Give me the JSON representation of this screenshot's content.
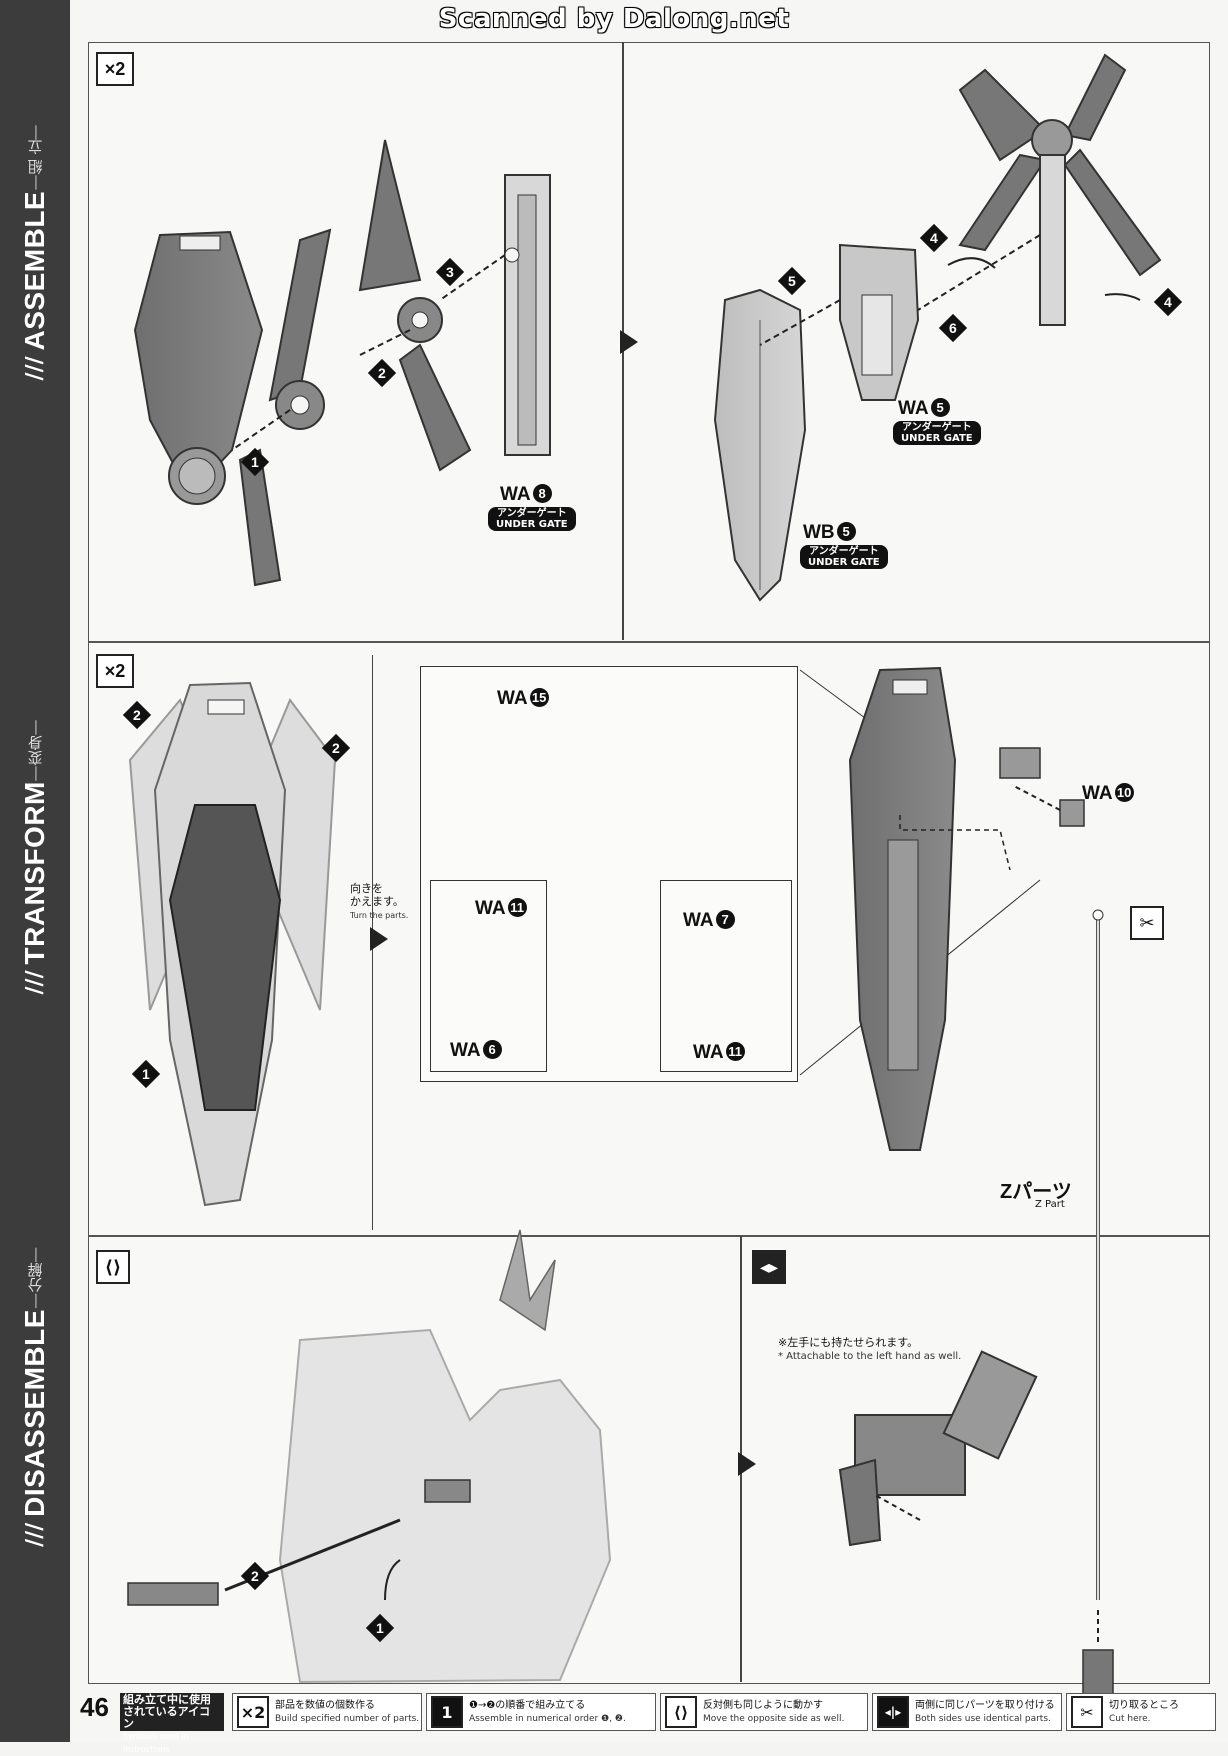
{
  "watermark": "Scanned by Dalong.net",
  "page_number": "46",
  "sidebar": {
    "sections": [
      {
        "en": "ASSEMBLE",
        "jp": "組 立"
      },
      {
        "en": "TRANSFORM",
        "jp": "変身"
      },
      {
        "en": "DISASSEMBLE",
        "jp": "分解"
      }
    ]
  },
  "assemble": {
    "multiplier": "×2",
    "parts": [
      {
        "code": "WA",
        "num": "8",
        "gate": [
          "アンダーゲート",
          "UNDER GATE"
        ]
      },
      {
        "code": "WA",
        "num": "5",
        "gate": [
          "アンダーゲート",
          "UNDER GATE"
        ]
      },
      {
        "code": "WB",
        "num": "5",
        "gate": [
          "アンダーゲート",
          "UNDER GATE"
        ]
      }
    ],
    "steps": [
      "1",
      "2",
      "3",
      "4",
      "4",
      "5",
      "6"
    ]
  },
  "transform": {
    "multiplier": "×2",
    "turn_note": {
      "jp": [
        "向きを",
        "かえます。"
      ],
      "en": "Turn the parts."
    },
    "parts": [
      {
        "code": "WA",
        "num": "15"
      },
      {
        "code": "WA",
        "num": "10"
      },
      {
        "code": "WA",
        "num": "11"
      },
      {
        "code": "WA",
        "num": "6"
      },
      {
        "code": "WA",
        "num": "7"
      },
      {
        "code": "WA",
        "num": "11"
      }
    ],
    "steps": [
      "2",
      "2",
      "1"
    ],
    "z_part": {
      "jp": "Zパーツ",
      "en": "Z Part"
    }
  },
  "disassemble": {
    "steps": [
      "2",
      "1"
    ],
    "note": {
      "jp": "※左手にも持たせられます。",
      "en": "* Attachable to the left hand as well."
    }
  },
  "legend": {
    "title": {
      "jp": [
        "組み立て中に使用",
        "されているアイコン"
      ],
      "en": "Symbols used in instructions"
    },
    "items": [
      {
        "icon": "×2",
        "jp": "部品を数値の個数作る",
        "en": "Build specified number of parts."
      },
      {
        "icon": "1",
        "jp": "❶→❷の順番で組み立てる",
        "en": "Assemble in numerical order ❶, ❷."
      },
      {
        "icon": "⟨⟩",
        "jp": "反対側も同じように動かす",
        "en": "Move the opposite side as well."
      },
      {
        "icon": "◂|▸",
        "jp": "両側に同じパーツを取り付ける",
        "en": "Both sides use identical parts."
      },
      {
        "icon": "✂",
        "jp": "切り取るところ",
        "en": "Cut here."
      }
    ]
  }
}
